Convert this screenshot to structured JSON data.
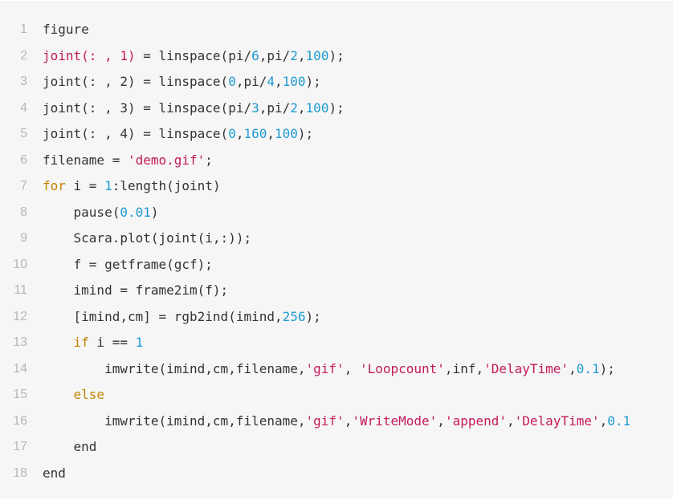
{
  "code_block": {
    "colors": {
      "background": "#f6f6f6",
      "plain": "#333333",
      "line_number": "#b7b7b7",
      "keyword": "#c18401",
      "number": "#1d9bd1",
      "string": "#c41a5b",
      "variable": "#c41a5b"
    },
    "lines": [
      {
        "number": "1",
        "tokens": [
          {
            "t": "plain",
            "v": "figure"
          }
        ]
      },
      {
        "number": "2",
        "tokens": [
          {
            "t": "variable",
            "v": "joint(: , 1)"
          },
          {
            "t": "plain",
            "v": " = linspace(pi/"
          },
          {
            "t": "number",
            "v": "6"
          },
          {
            "t": "plain",
            "v": ",pi/"
          },
          {
            "t": "number",
            "v": "2"
          },
          {
            "t": "plain",
            "v": ","
          },
          {
            "t": "number",
            "v": "100"
          },
          {
            "t": "plain",
            "v": ");"
          }
        ]
      },
      {
        "number": "3",
        "tokens": [
          {
            "t": "plain",
            "v": "joint(: , 2) = linspace("
          },
          {
            "t": "number",
            "v": "0"
          },
          {
            "t": "plain",
            "v": ",pi/"
          },
          {
            "t": "number",
            "v": "4"
          },
          {
            "t": "plain",
            "v": ","
          },
          {
            "t": "number",
            "v": "100"
          },
          {
            "t": "plain",
            "v": ");"
          }
        ]
      },
      {
        "number": "4",
        "tokens": [
          {
            "t": "plain",
            "v": "joint(: , 3) = linspace(pi/"
          },
          {
            "t": "number",
            "v": "3"
          },
          {
            "t": "plain",
            "v": ",pi/"
          },
          {
            "t": "number",
            "v": "2"
          },
          {
            "t": "plain",
            "v": ","
          },
          {
            "t": "number",
            "v": "100"
          },
          {
            "t": "plain",
            "v": ");"
          }
        ]
      },
      {
        "number": "5",
        "tokens": [
          {
            "t": "plain",
            "v": "joint(: , 4) = linspace("
          },
          {
            "t": "number",
            "v": "0"
          },
          {
            "t": "plain",
            "v": ","
          },
          {
            "t": "number",
            "v": "160"
          },
          {
            "t": "plain",
            "v": ","
          },
          {
            "t": "number",
            "v": "100"
          },
          {
            "t": "plain",
            "v": ");"
          }
        ]
      },
      {
        "number": "6",
        "tokens": [
          {
            "t": "plain",
            "v": "filename = "
          },
          {
            "t": "string",
            "v": "'demo.gif'"
          },
          {
            "t": "plain",
            "v": ";"
          }
        ]
      },
      {
        "number": "7",
        "tokens": [
          {
            "t": "keyword",
            "v": "for"
          },
          {
            "t": "plain",
            "v": " i = "
          },
          {
            "t": "number",
            "v": "1"
          },
          {
            "t": "plain",
            "v": ":length(joint)"
          }
        ]
      },
      {
        "number": "8",
        "tokens": [
          {
            "t": "plain",
            "v": "    pause("
          },
          {
            "t": "number",
            "v": "0.01"
          },
          {
            "t": "plain",
            "v": ")"
          }
        ]
      },
      {
        "number": "9",
        "tokens": [
          {
            "t": "plain",
            "v": "    Scara.plot(joint(i,:));"
          }
        ]
      },
      {
        "number": "10",
        "tokens": [
          {
            "t": "plain",
            "v": "    f = getframe(gcf);"
          }
        ]
      },
      {
        "number": "11",
        "tokens": [
          {
            "t": "plain",
            "v": "    imind = frame2im(f);"
          }
        ]
      },
      {
        "number": "12",
        "tokens": [
          {
            "t": "plain",
            "v": "    [imind,cm] = rgb2ind(imind,"
          },
          {
            "t": "number",
            "v": "256"
          },
          {
            "t": "plain",
            "v": ");"
          }
        ]
      },
      {
        "number": "13",
        "tokens": [
          {
            "t": "plain",
            "v": "    "
          },
          {
            "t": "keyword",
            "v": "if"
          },
          {
            "t": "plain",
            "v": " i == "
          },
          {
            "t": "number",
            "v": "1"
          }
        ]
      },
      {
        "number": "14",
        "tokens": [
          {
            "t": "plain",
            "v": "        imwrite(imind,cm,filename,"
          },
          {
            "t": "string",
            "v": "'gif'"
          },
          {
            "t": "plain",
            "v": ", "
          },
          {
            "t": "string",
            "v": "'Loopcount'"
          },
          {
            "t": "plain",
            "v": ",inf,"
          },
          {
            "t": "string",
            "v": "'DelayTime'"
          },
          {
            "t": "plain",
            "v": ","
          },
          {
            "t": "number",
            "v": "0.1"
          },
          {
            "t": "plain",
            "v": ");"
          }
        ]
      },
      {
        "number": "15",
        "tokens": [
          {
            "t": "plain",
            "v": "    "
          },
          {
            "t": "keyword",
            "v": "else"
          }
        ]
      },
      {
        "number": "16",
        "tokens": [
          {
            "t": "plain",
            "v": "        imwrite(imind,cm,filename,"
          },
          {
            "t": "string",
            "v": "'gif'"
          },
          {
            "t": "plain",
            "v": ","
          },
          {
            "t": "string",
            "v": "'WriteMode'"
          },
          {
            "t": "plain",
            "v": ","
          },
          {
            "t": "string",
            "v": "'append'"
          },
          {
            "t": "plain",
            "v": ","
          },
          {
            "t": "string",
            "v": "'DelayTime'"
          },
          {
            "t": "plain",
            "v": ","
          },
          {
            "t": "number",
            "v": "0.1"
          }
        ]
      },
      {
        "number": "17",
        "tokens": [
          {
            "t": "plain",
            "v": "    end"
          }
        ]
      },
      {
        "number": "18",
        "tokens": [
          {
            "t": "plain",
            "v": "end"
          }
        ]
      }
    ]
  }
}
